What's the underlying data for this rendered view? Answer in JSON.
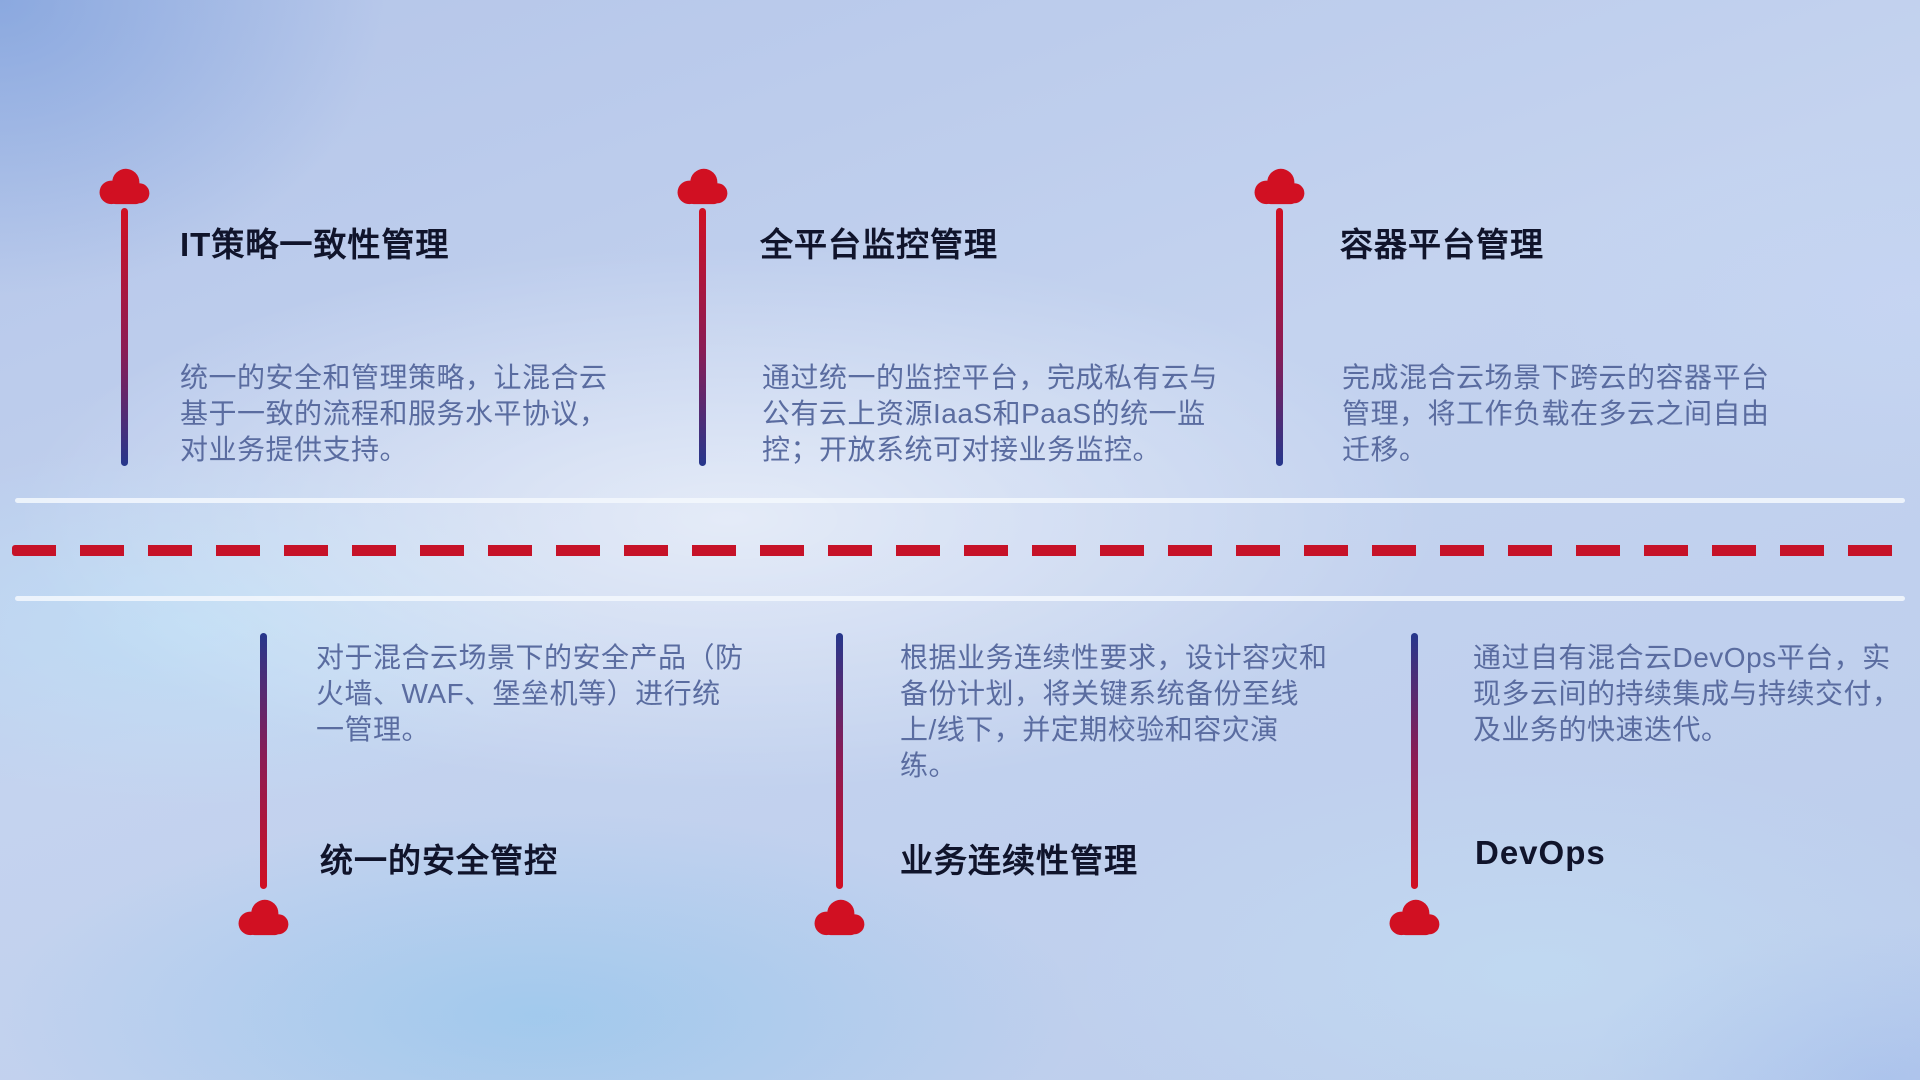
{
  "diagram_title": "hybrid-cloud-capabilities-timeline",
  "colors": {
    "title_text": "#10142b",
    "description_text": "#5a6ca0",
    "accent_red": "#d11022",
    "accent_blue": "#26378c",
    "dash_line": "#c61228",
    "solid_line": "#f3f7fd"
  },
  "top_items": [
    {
      "icon": "cloud-icon",
      "title": "IT策略一致性管理",
      "description": "统一的安全和管理策略，让混合云基于一致的流程和服务水平协议，对业务提供支持。"
    },
    {
      "icon": "cloud-icon",
      "title": "全平台监控管理",
      "description": "通过统一的监控平台，完成私有云与公有云上资源IaaS和PaaS的统一监控；开放系统可对接业务监控。"
    },
    {
      "icon": "cloud-icon",
      "title": "容器平台管理",
      "description": "完成混合云场景下跨云的容器平台管理，将工作负载在多云之间自由迁移。"
    }
  ],
  "bottom_items": [
    {
      "icon": "cloud-icon",
      "title": "统一的安全管控",
      "description": "对于混合云场景下的安全产品（防火墙、WAF、堡垒机等）进行统一管理。"
    },
    {
      "icon": "cloud-icon",
      "title": "业务连续性管理",
      "description": "根据业务连续性要求，设计容灾和备份计划，将关键系统备份至线上/线下，并定期校验和容灾演练。"
    },
    {
      "icon": "cloud-icon",
      "title": "DevOps",
      "description": "通过自有混合云DevOps平台，实现多云间的持续集成与持续交付，及业务的快速迭代。"
    }
  ]
}
